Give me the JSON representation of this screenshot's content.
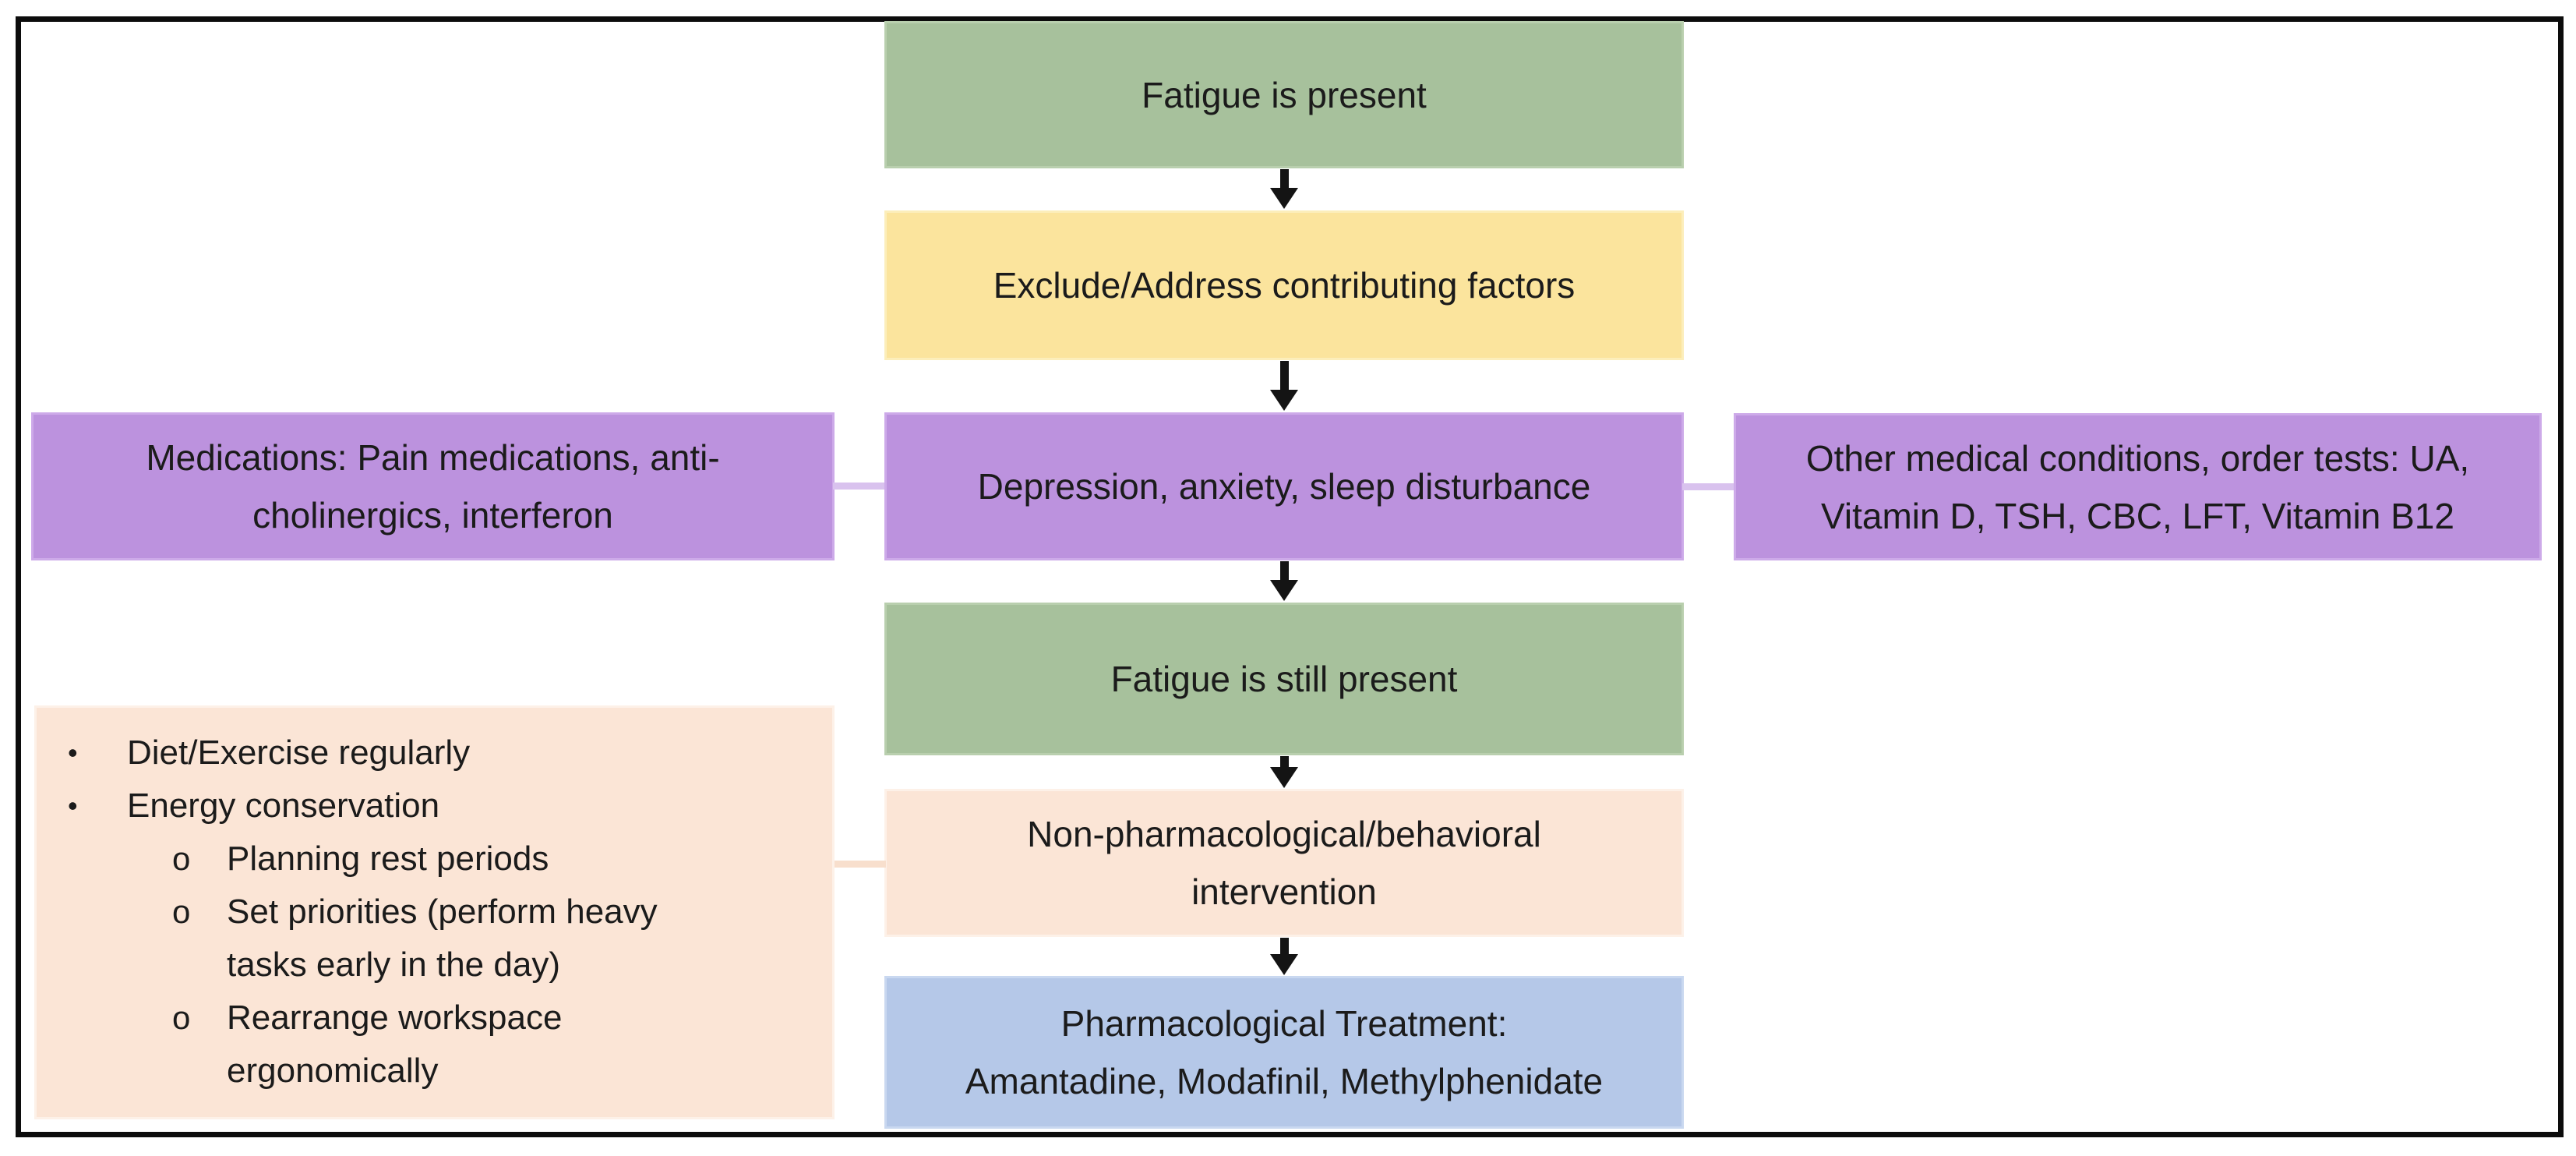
{
  "flow": {
    "node_fatigue_present": {
      "label": "Fatigue is present",
      "fill": "#a7c19c"
    },
    "node_exclude": {
      "label": "Exclude/Address contributing factors",
      "fill": "#fbe49d"
    },
    "node_medications": {
      "lines": [
        "Medications: Pain medications, anti-",
        "cholinergics, interferon"
      ],
      "fill": "#bc92de"
    },
    "node_depression": {
      "label": "Depression, anxiety, sleep disturbance",
      "fill": "#bc92de"
    },
    "node_other_conditions": {
      "lines": [
        "Other medical conditions, order tests: UA,",
        "Vitamin D, TSH, CBC, LFT, Vitamin B12"
      ],
      "fill": "#bc92de"
    },
    "node_fatigue_still": {
      "label": "Fatigue is still present",
      "fill": "#a7c19c"
    },
    "node_nonpharm": {
      "lines": [
        "Non-pharmacological/behavioral",
        "intervention"
      ],
      "fill": "#fbe5d6"
    },
    "node_pharm": {
      "lines": [
        "Pharmacological Treatment:",
        "Amantadine, Modafinil, Methylphenidate"
      ],
      "fill": "#b5c8e8"
    }
  },
  "side_panel": {
    "fill": "#fbe5d6",
    "bullet_marker": "•",
    "sub_bullet_marker": "o",
    "items": [
      {
        "level": 1,
        "lines": [
          "Diet/Exercise regularly"
        ]
      },
      {
        "level": 1,
        "lines": [
          "Energy conservation"
        ]
      },
      {
        "level": 2,
        "lines": [
          "Planning rest periods"
        ]
      },
      {
        "level": 2,
        "lines": [
          "Set priorities (perform heavy",
          "tasks early in the day)"
        ]
      },
      {
        "level": 2,
        "lines": [
          "Rearrange workspace",
          "ergonomically"
        ]
      }
    ]
  },
  "colors": {
    "frame_border": "#0c0c0c",
    "arrow": "#141414",
    "text": "#1b1b1b",
    "green_fill": "#a7c19c",
    "yellow_fill": "#fbe49d",
    "purple_fill": "#bc92de",
    "peach_fill": "#fbe5d6",
    "blue_fill": "#b5c8e8",
    "purple_connector": "#d9c2ee",
    "peach_connector": "#f8dfcd"
  }
}
